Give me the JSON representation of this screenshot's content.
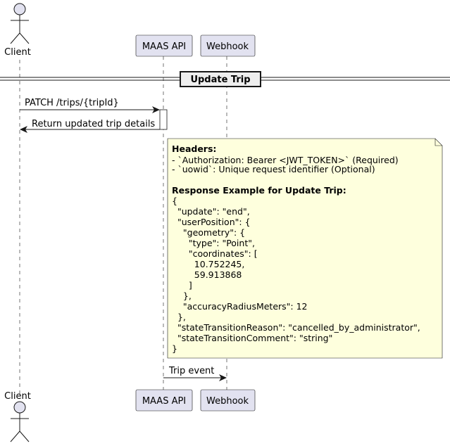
{
  "participants": {
    "client": "Client",
    "api": "MAAS API",
    "webhook": "Webhook"
  },
  "section": "Update Trip",
  "messages": {
    "request": "PATCH /trips/{tripId}",
    "response": "Return updated trip details",
    "event": "Trip event"
  },
  "note": {
    "headers_title": "Headers:",
    "header_lines": [
      "- `Authorization: Bearer <JWT_TOKEN>` (Required)",
      "- `uowid`: Unique request identifier (Optional)"
    ],
    "example_title": "Response Example for Update Trip:",
    "example_lines": [
      "{",
      "  \"update\": \"end\",",
      "  \"userPosition\": {",
      "    \"geometry\": {",
      "      \"type\": \"Point\",",
      "      \"coordinates\": [",
      "        10.752245,",
      "        59.913868",
      "      ]",
      "    },",
      "    \"accuracyRadiusMeters\": 12",
      "  },",
      "  \"stateTransitionReason\": \"cancelled_by_administrator\",",
      "  \"stateTransitionComment\": \"string\"",
      "}"
    ]
  },
  "colors": {
    "participant_fill": "#E2E2F0",
    "participant_stroke": "#181818",
    "note_fill": "#FEFFDD",
    "line": "#181818"
  }
}
